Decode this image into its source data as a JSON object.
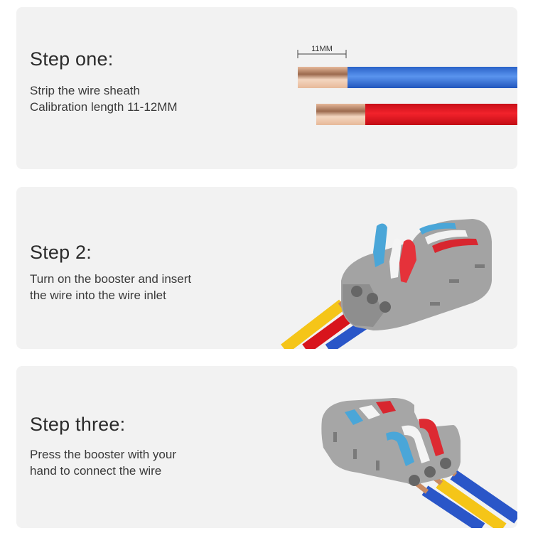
{
  "steps": [
    {
      "title": "Step one:",
      "lines": [
        "Strip the wire sheath",
        "Calibration length 11-12MM"
      ],
      "illustration": {
        "type": "stripped-wires",
        "dimension_label": "11MM",
        "wires": [
          {
            "color": "#2f6fd6",
            "name": "blue"
          },
          {
            "color": "#e3141d",
            "name": "red"
          }
        ],
        "conductor_color": "#d9a080"
      }
    },
    {
      "title": "Step 2:",
      "lines": [
        "Turn on the booster and insert",
        "the wire into the wire inlet"
      ],
      "illustration": {
        "type": "connector-open-levers",
        "levers": [
          "#4aa6d8",
          "#f5f5f5",
          "#e5323a"
        ],
        "wires": [
          "#f5c518",
          "#d8141c",
          "#2a56c8"
        ],
        "body_color": "#9c9c9c"
      }
    },
    {
      "title": "Step three:",
      "lines": [
        "Press the booster with your",
        "hand to connect the wire"
      ],
      "illustration": {
        "type": "connector-closed-levers",
        "levers": [
          "#4aa6d8",
          "#f5f5f5",
          "#e5323a"
        ],
        "wires": [
          "#2a56c8",
          "#f5c518",
          "#2a56c8"
        ],
        "body_color": "#9c9c9c"
      }
    }
  ]
}
